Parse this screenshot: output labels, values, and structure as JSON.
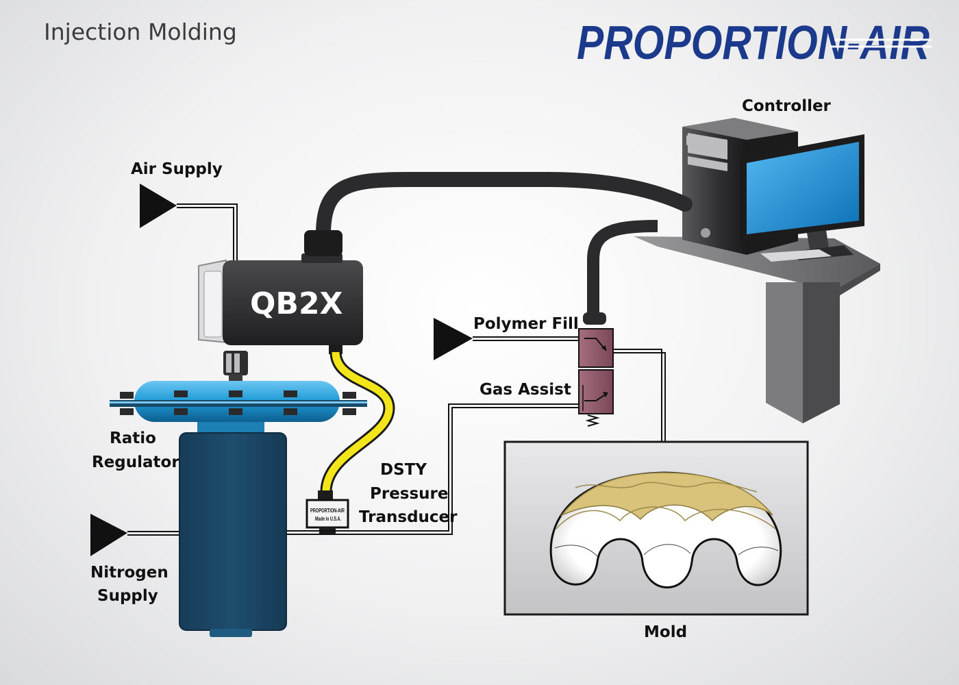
{
  "title": "Injection Molding",
  "logo": {
    "text": "PROPORTION-AIR",
    "color": "#1b3a8c"
  },
  "labels": {
    "controller": "Controller",
    "air_supply": "Air Supply",
    "qb2x": "QB2X",
    "polymer_fill": "Polymer Fill",
    "gas_assist": "Gas Assist",
    "ratio_regulator_line1": "Ratio",
    "ratio_regulator_line2": "Regulator",
    "dsty_line1": "DSTY",
    "dsty_line2": "Pressure",
    "dsty_line3": "Transducer",
    "nitrogen_line1": "Nitrogen",
    "nitrogen_line2": "Supply",
    "mold": "Mold",
    "transducer_brand": "PROPORTION-AIR",
    "transducer_made": "Made in U.S.A."
  },
  "colors": {
    "cable": "#2b2b2d",
    "transducer_cable": "#f2e61a",
    "regulator_body": "#1f4d6e",
    "regulator_dome": "#1e9ad6",
    "valve": "#8e5a6a",
    "mold_fill": "#d9c27a",
    "monitor_screen": "#1d8fd8"
  },
  "icons": [
    "supply-arrow-icon",
    "computer-icon",
    "monitor-icon",
    "spring-icon"
  ]
}
